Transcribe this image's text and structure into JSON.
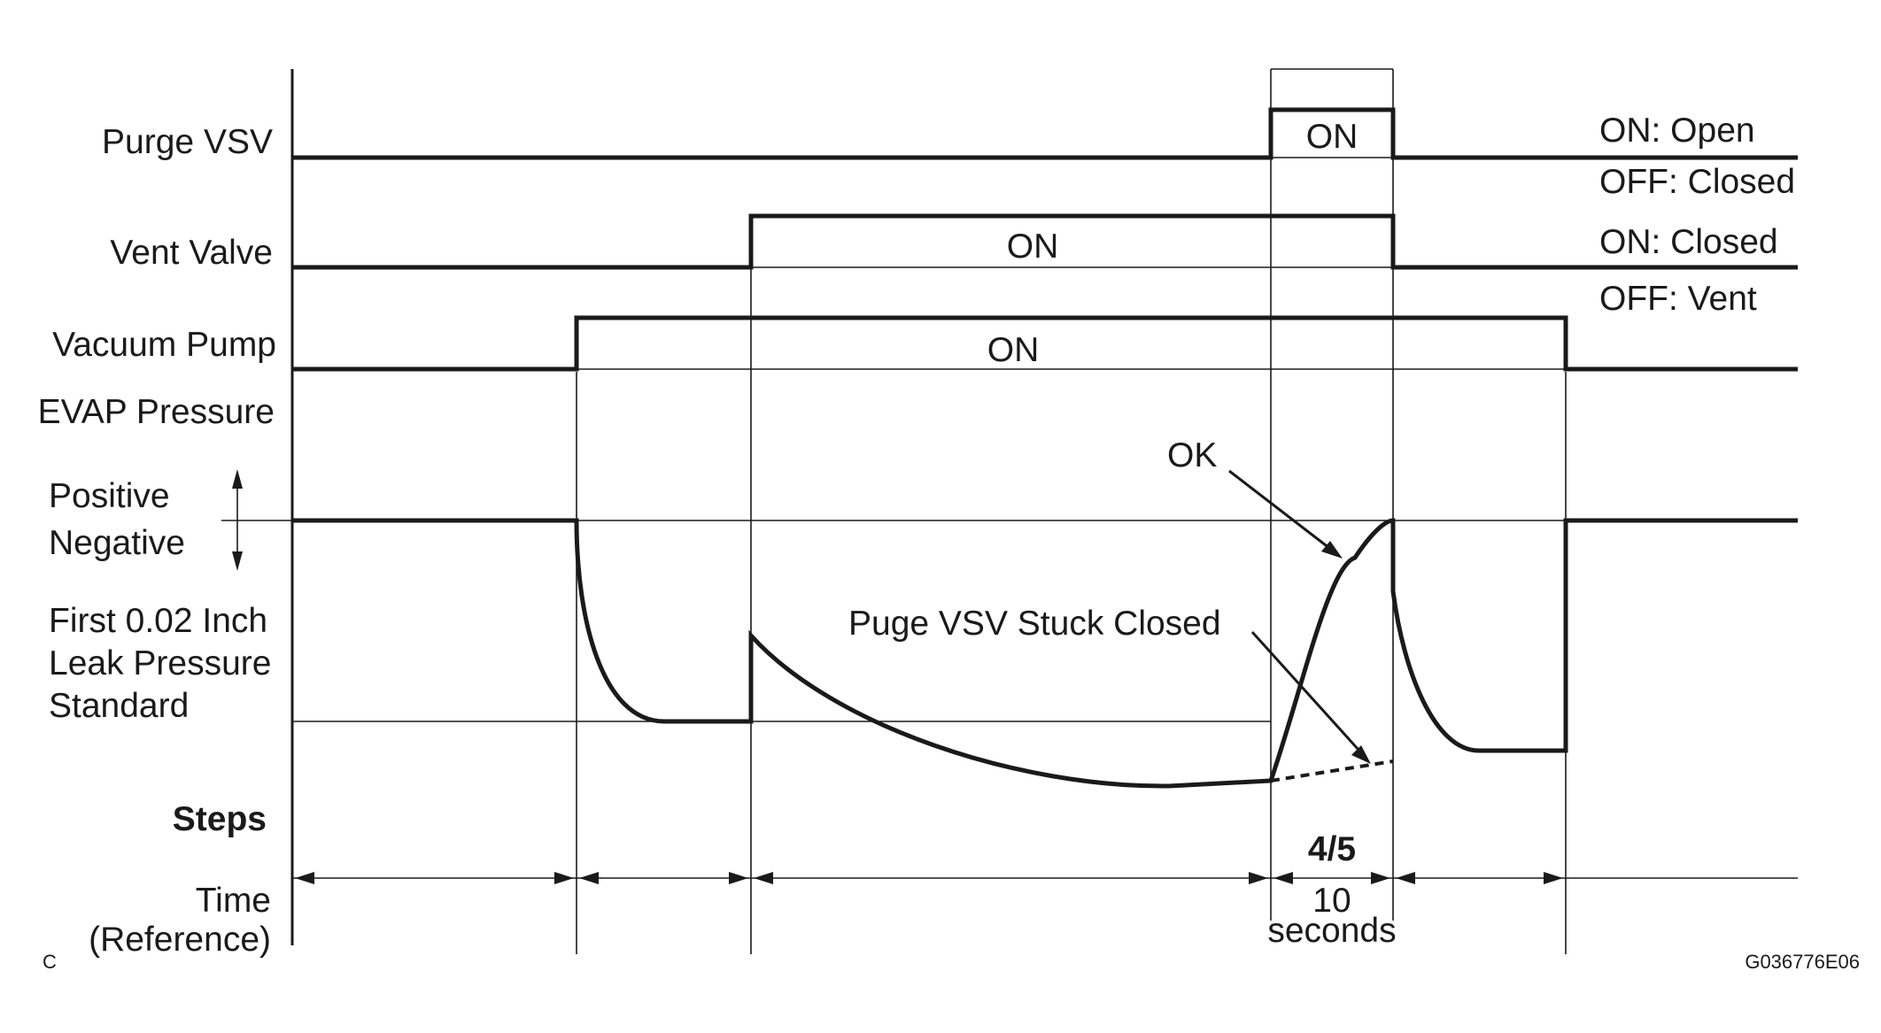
{
  "signals": {
    "purge_vsv": {
      "label": "Purge VSV",
      "on_label": "ON",
      "legend_on": "ON: Open",
      "legend_off": "OFF: Closed"
    },
    "vent_valve": {
      "label": "Vent Valve",
      "on_label": "ON",
      "legend_on": "ON: Closed",
      "legend_off": "OFF: Vent"
    },
    "vacuum_pump": {
      "label": "Vacuum Pump",
      "on_label": "ON"
    },
    "evap_pressure": {
      "label": "EVAP Pressure",
      "positive": "Positive",
      "negative": "Negative",
      "leak_standard": [
        "First 0.02 Inch",
        "Leak Pressure",
        "Standard"
      ],
      "ok": "OK",
      "stuck_closed": "Puge VSV Stuck Closed"
    }
  },
  "steps": {
    "label": "Steps",
    "highlighted": "4/5"
  },
  "time": {
    "label": [
      "Time",
      "(Reference)"
    ],
    "duration": [
      "10",
      "seconds"
    ]
  },
  "corner_mark": "C",
  "figure_id": "G036776E06"
}
